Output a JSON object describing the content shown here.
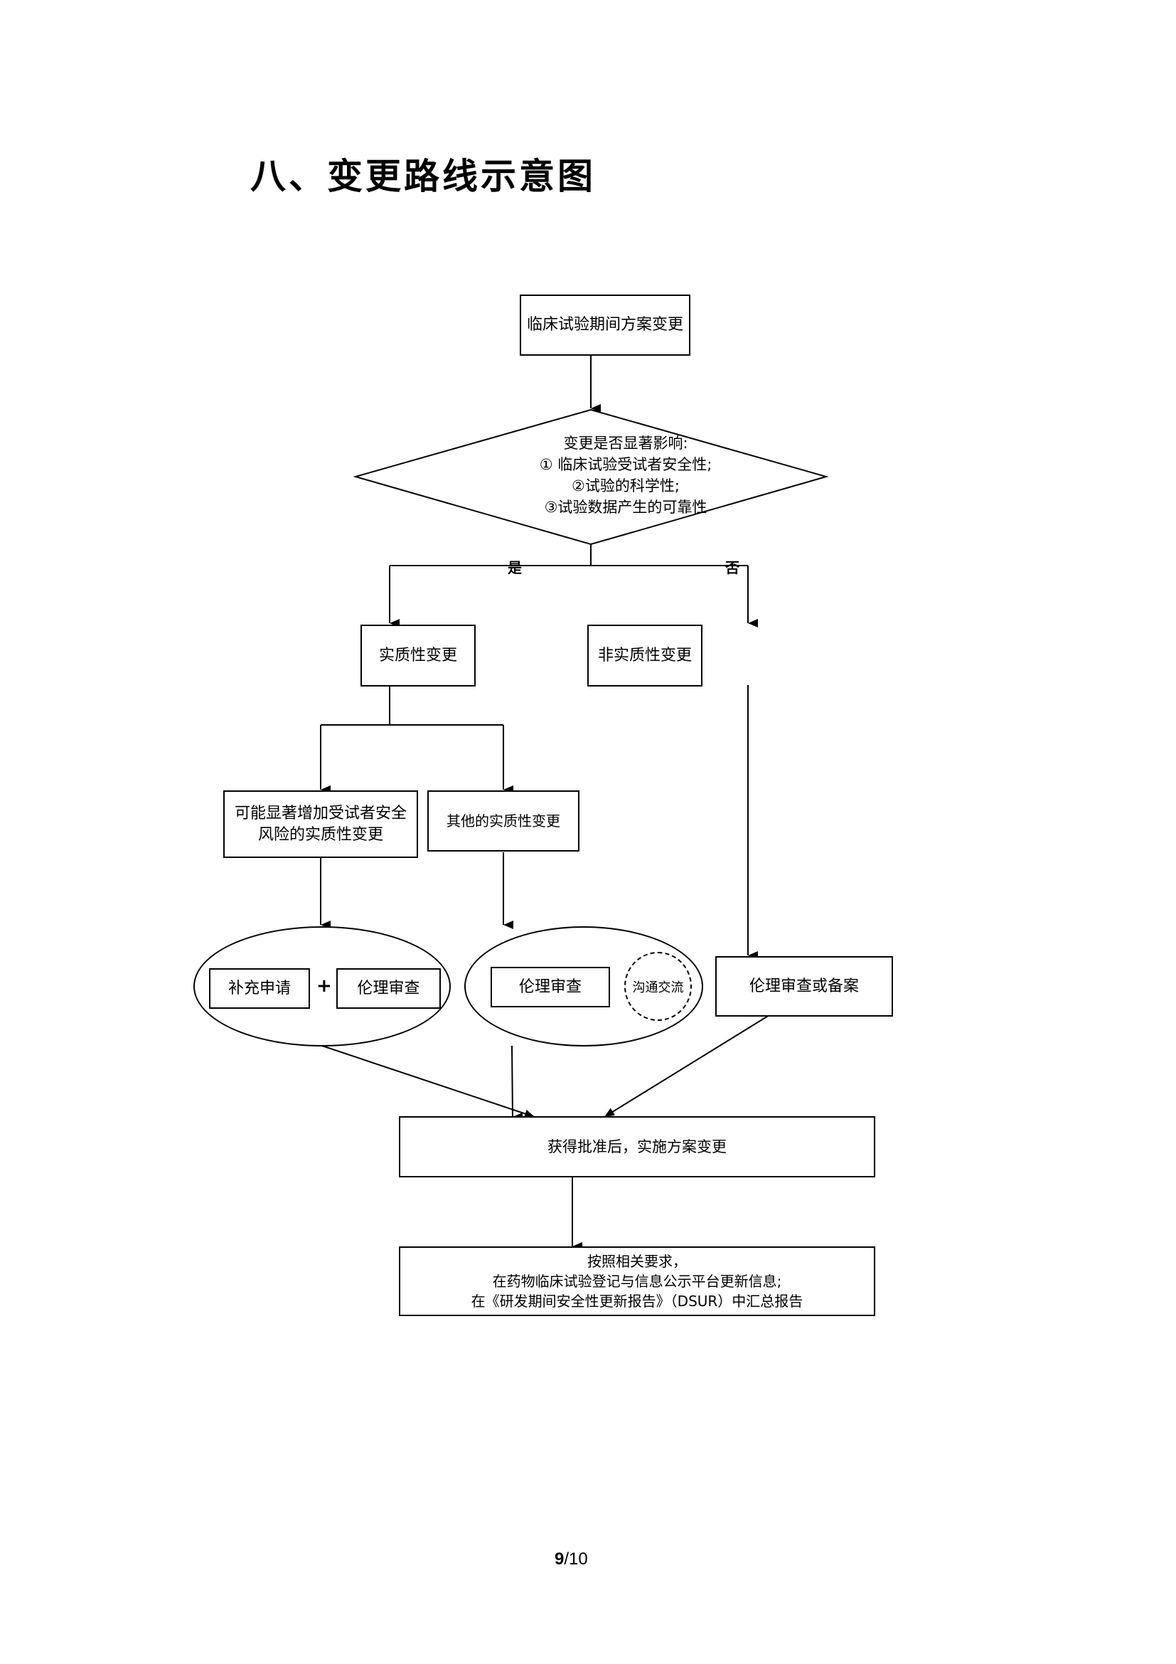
{
  "document": {
    "section_title": "八、变更路线示意图",
    "page_current": "9",
    "page_total": "/10"
  },
  "flowchart": {
    "start": "临床试验期间方案变更",
    "decision": {
      "line1": "变更是否显著影响:",
      "line2": "① 临床试验受试者安全性;",
      "line3": "②试验的科学性;",
      "line4": "③试验数据产生的可靠性"
    },
    "branch_yes": "是",
    "branch_no": "否",
    "substantial": "实质性变更",
    "non_substantial": "非实质性变更",
    "high_risk": {
      "line1": "可能显著增加受试者安全",
      "line2": "风险的实质性变更"
    },
    "other_substantial": "其他的实质性变更",
    "supplement_application": "补充申请",
    "plus_sign": "+",
    "ethics_review_a": "伦理审查",
    "ethics_review_b": "伦理审查",
    "communication": "沟通交流",
    "ethics_review_or_filing": "伦理审查或备案",
    "implement": "获得批准后，实施方案变更",
    "final": {
      "line1": "按照相关要求，",
      "line2": "在药物临床试验登记与信息公示平台更新信息;",
      "line3": "在《研发期间安全性更新报告》（DSUR）中汇总报告"
    }
  }
}
